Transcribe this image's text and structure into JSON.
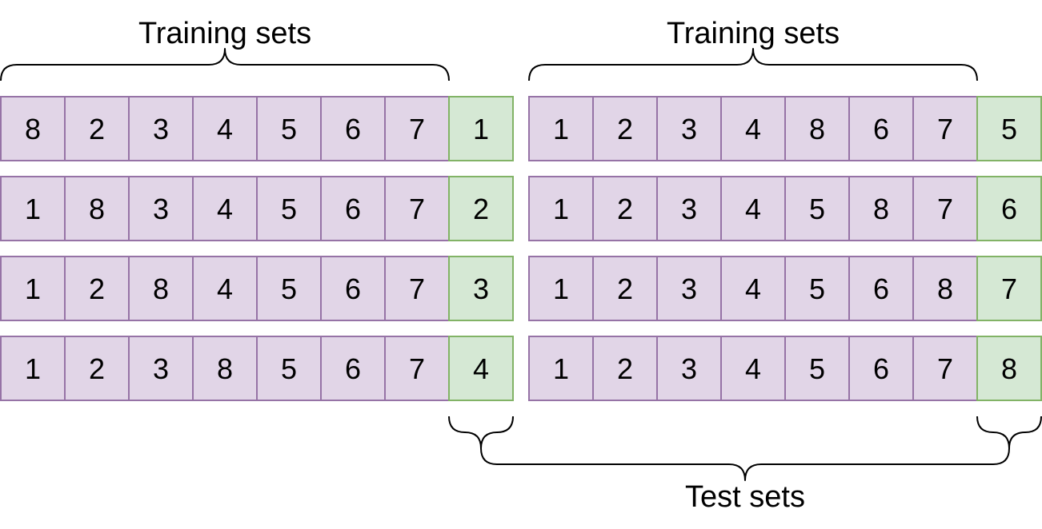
{
  "colors": {
    "train_fill": "#e1d5e7",
    "train_stroke": "#9673a6",
    "test_fill": "#d5e8d4",
    "test_stroke": "#82b366"
  },
  "labels": {
    "training_left": "Training sets",
    "training_right": "Training sets",
    "test": "Test sets"
  },
  "groups": [
    {
      "rows": [
        {
          "cells": [
            "8",
            "2",
            "3",
            "4",
            "5",
            "6",
            "7",
            "1"
          ]
        },
        {
          "cells": [
            "1",
            "8",
            "3",
            "4",
            "5",
            "6",
            "7",
            "2"
          ]
        },
        {
          "cells": [
            "1",
            "2",
            "8",
            "4",
            "5",
            "6",
            "7",
            "3"
          ]
        },
        {
          "cells": [
            "1",
            "2",
            "3",
            "8",
            "5",
            "6",
            "7",
            "4"
          ]
        }
      ]
    },
    {
      "rows": [
        {
          "cells": [
            "1",
            "2",
            "3",
            "4",
            "8",
            "6",
            "7",
            "5"
          ]
        },
        {
          "cells": [
            "1",
            "2",
            "3",
            "4",
            "5",
            "8",
            "7",
            "6"
          ]
        },
        {
          "cells": [
            "1",
            "2",
            "3",
            "4",
            "5",
            "6",
            "8",
            "7"
          ]
        },
        {
          "cells": [
            "1",
            "2",
            "3",
            "4",
            "5",
            "6",
            "7",
            "8"
          ]
        }
      ]
    }
  ]
}
